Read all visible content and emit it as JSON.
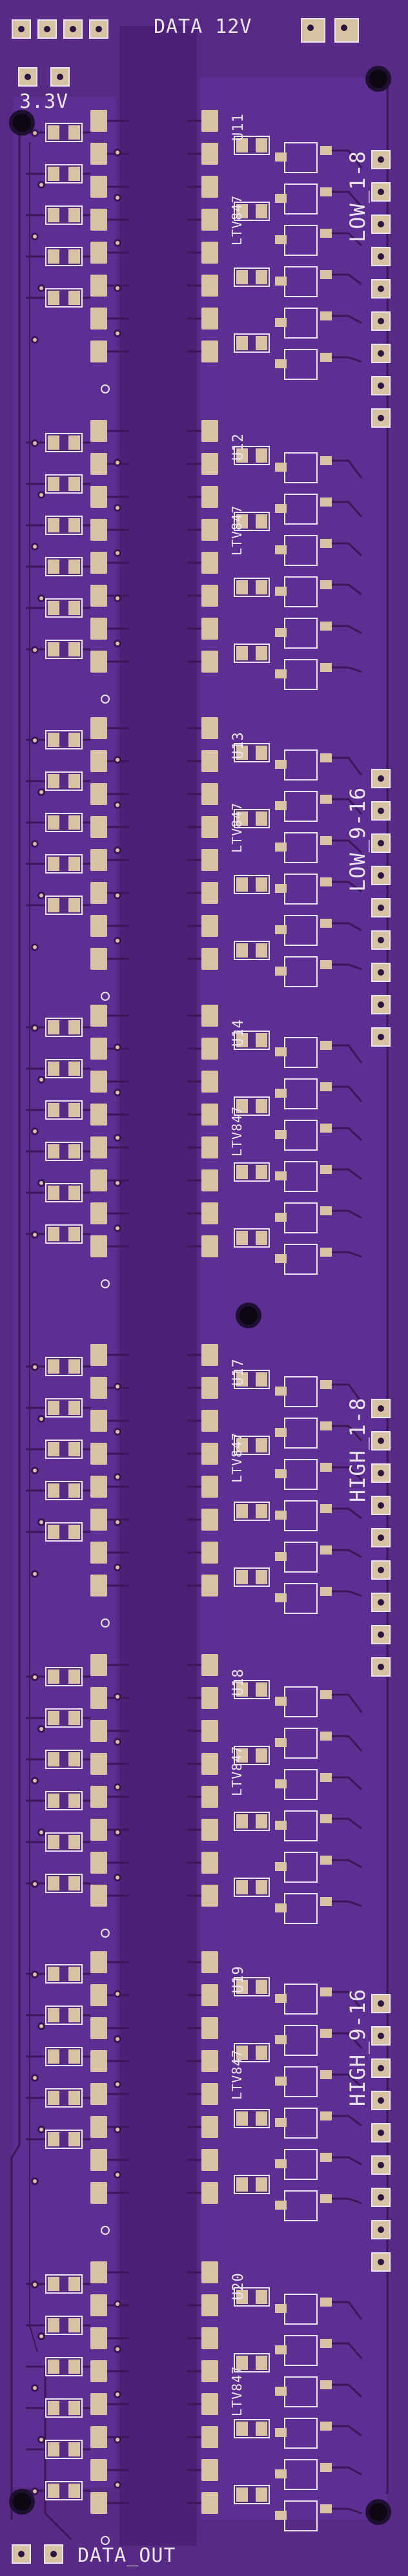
{
  "silkscreen": {
    "top_label": "DATA 12V",
    "power_label": "3.3V",
    "bottom_label": "DATA_OUT"
  },
  "sections": [
    {
      "label": "LOW_1-8"
    },
    {
      "label": "LOW_9-16"
    },
    {
      "label": "HIGH_1-8"
    },
    {
      "label": "HIGH_9-16"
    }
  ],
  "ics": [
    {
      "ref": "U11",
      "part": "LTV847"
    },
    {
      "ref": "U12",
      "part": "LTV847"
    },
    {
      "ref": "U13",
      "part": "LTV847"
    },
    {
      "ref": "U14",
      "part": "LTV847"
    },
    {
      "ref": "U17",
      "part": "LTV847"
    },
    {
      "ref": "U18",
      "part": "LTV847"
    },
    {
      "ref": "U19",
      "part": "LTV847"
    },
    {
      "ref": "U20",
      "part": "LTV847"
    }
  ],
  "colors": {
    "soldermask": "#562a85",
    "copper_pour": "#5e2f92",
    "silkscreen": "#ece4f4",
    "pad": "#d8c2a4",
    "trace": "#3b1659"
  }
}
